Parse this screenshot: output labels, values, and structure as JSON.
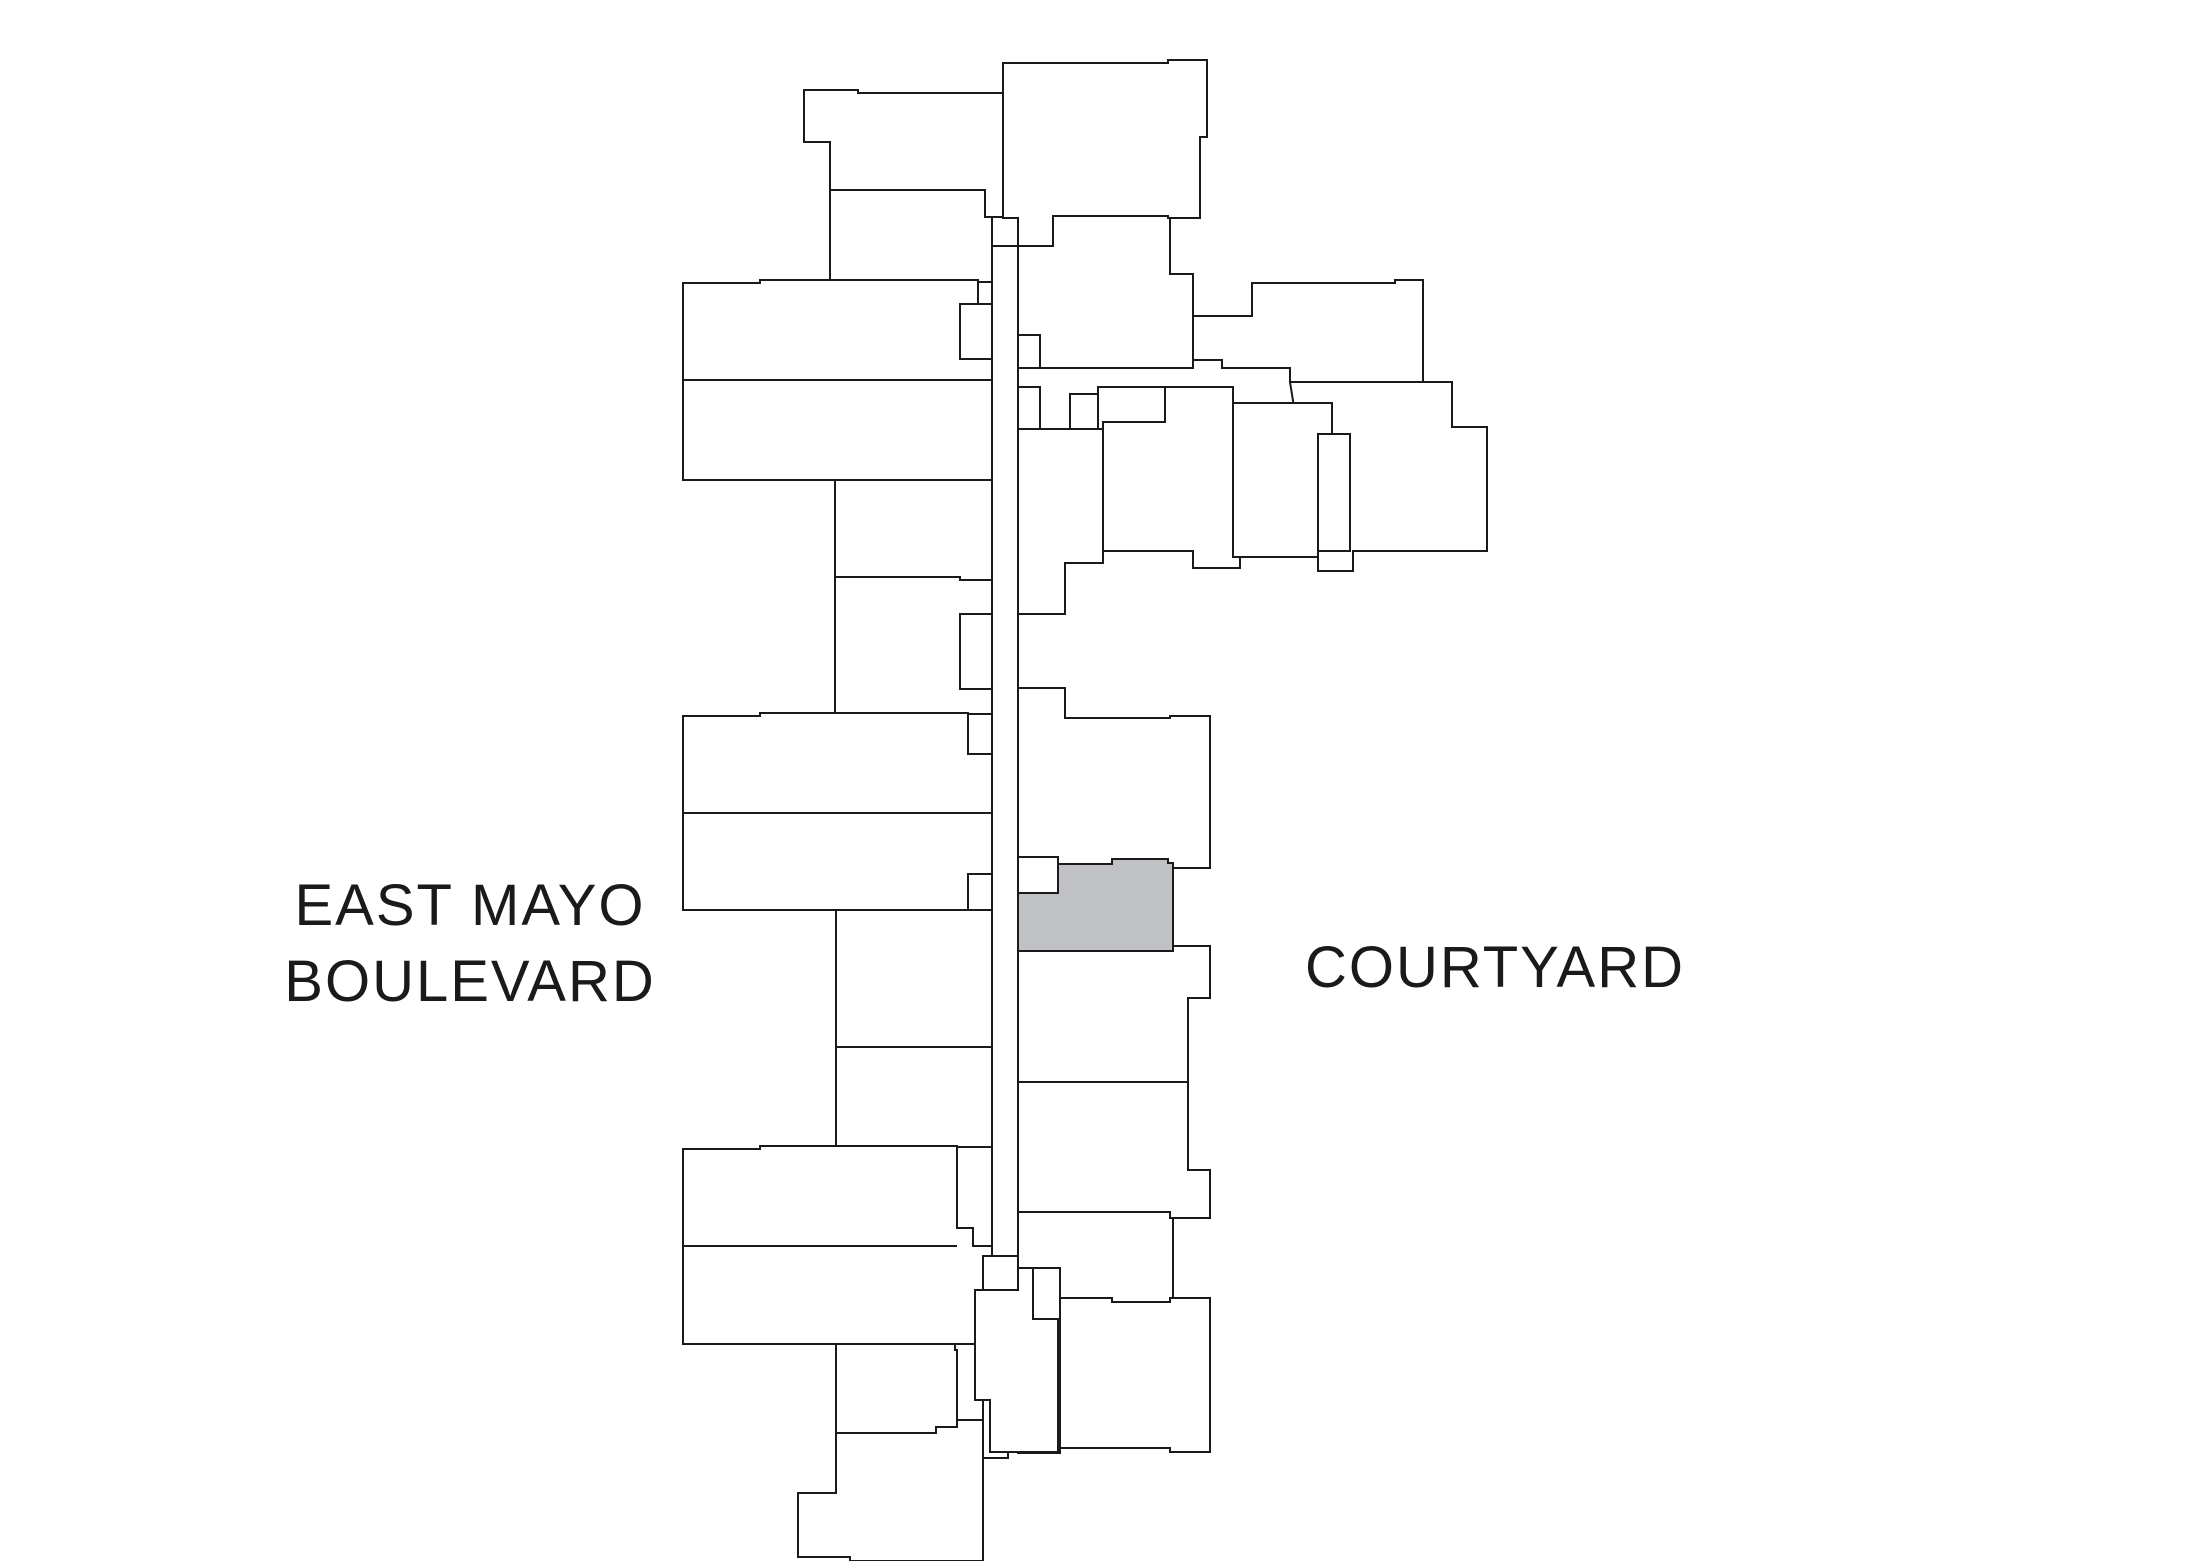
{
  "labels": {
    "street_line1": "EAST MAYO",
    "street_line2": "BOULEVARD",
    "courtyard": "COURTYARD"
  },
  "colors": {
    "outline": "#1a1a1a",
    "unit_fill": "#ffffff",
    "selected_fill": "#c0c1c4"
  },
  "plan": {
    "units_total": 46,
    "selected_unit": "unit-east-e6"
  }
}
